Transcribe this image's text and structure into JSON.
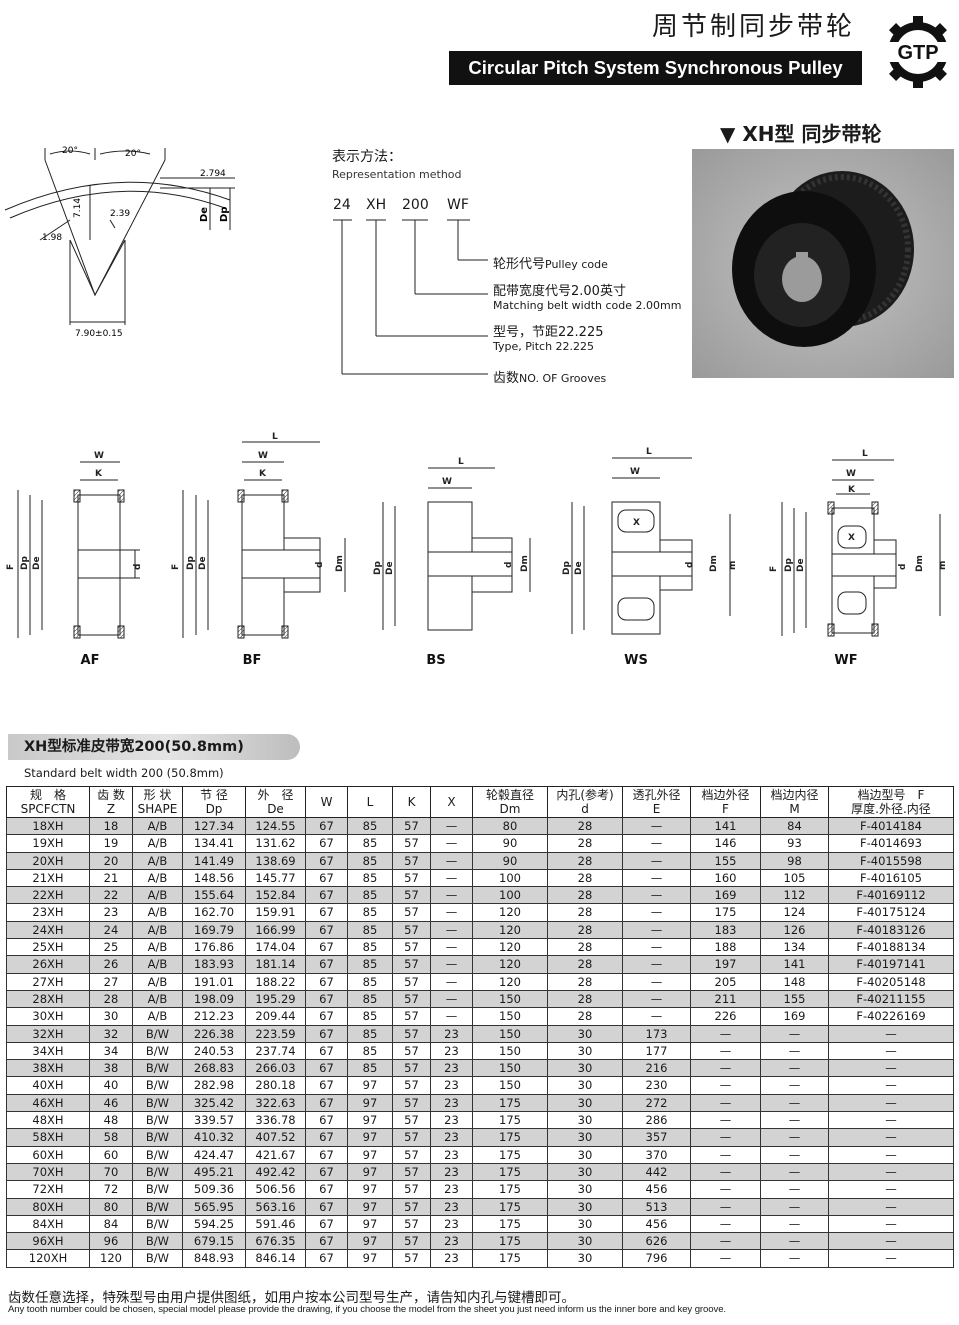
{
  "header": {
    "title_cn": "周节制同步带轮",
    "title_en": "Circular Pitch System Synchronous Pulley",
    "logo_text": "GTP"
  },
  "tooth_profile": {
    "angle_left": "20°",
    "angle_right": "20°",
    "dim_2794": "2.794",
    "dim_714": "7.14",
    "dim_239": "2.39",
    "dim_198": "1.98",
    "dim_width": "7.90±0.15",
    "label_de": "De",
    "label_dp": "Dp"
  },
  "representation": {
    "title_cn": "表示方法：",
    "title_en": "Representation method",
    "codes": [
      "24",
      "XH",
      "200",
      "WF"
    ],
    "legend": [
      {
        "cn": "轮形代号",
        "en": "Pulley code"
      },
      {
        "cn": "配带宽度代号2.00英寸",
        "en": "Matching belt width code 2.00mm"
      },
      {
        "cn": "型号，节距22.225",
        "en": "Type, Pitch 22.225"
      },
      {
        "cn": "齿数",
        "en": "NO. OF Grooves"
      }
    ]
  },
  "product": {
    "label": "▼ XH型  同步带轮"
  },
  "shapes": [
    "AF",
    "BF",
    "BS",
    "WS",
    "WF"
  ],
  "shape_dims": {
    "W": "W",
    "K": "K",
    "L": "L",
    "X": "X",
    "F": "F",
    "Dp": "Dp",
    "De": "De",
    "d": "d",
    "Dm": "Dm",
    "m": "m"
  },
  "table": {
    "banner": "XH型标准皮带宽200(50.8mm)",
    "subtitle": "Standard belt width 200 (50.8mm)",
    "headers": [
      [
        "规　格",
        "SPCFCTN"
      ],
      [
        "齿 数",
        "Z"
      ],
      [
        "形 状",
        "SHAPE"
      ],
      [
        "节 径",
        "Dp"
      ],
      [
        "外　径",
        "De"
      ],
      [
        "W",
        ""
      ],
      [
        "L",
        ""
      ],
      [
        "K",
        ""
      ],
      [
        "X",
        ""
      ],
      [
        "轮毂直径",
        "Dm"
      ],
      [
        "内孔(参考)",
        "d"
      ],
      [
        "透孔外径",
        "E"
      ],
      [
        "档边外径",
        "F"
      ],
      [
        "档边内径",
        "M"
      ],
      [
        "档边型号　F",
        "厚度.外径.内径"
      ]
    ],
    "rows": [
      [
        "18XH",
        "18",
        "A/B",
        "127.34",
        "124.55",
        "67",
        "85",
        "57",
        "—",
        "80",
        "28",
        "—",
        "141",
        "84",
        "F-4014184"
      ],
      [
        "19XH",
        "19",
        "A/B",
        "134.41",
        "131.62",
        "67",
        "85",
        "57",
        "—",
        "90",
        "28",
        "—",
        "146",
        "93",
        "F-4014693"
      ],
      [
        "20XH",
        "20",
        "A/B",
        "141.49",
        "138.69",
        "67",
        "85",
        "57",
        "—",
        "90",
        "28",
        "—",
        "155",
        "98",
        "F-4015598"
      ],
      [
        "21XH",
        "21",
        "A/B",
        "148.56",
        "145.77",
        "67",
        "85",
        "57",
        "—",
        "100",
        "28",
        "—",
        "160",
        "105",
        "F-4016105"
      ],
      [
        "22XH",
        "22",
        "A/B",
        "155.64",
        "152.84",
        "67",
        "85",
        "57",
        "—",
        "100",
        "28",
        "—",
        "169",
        "112",
        "F-40169112"
      ],
      [
        "23XH",
        "23",
        "A/B",
        "162.70",
        "159.91",
        "67",
        "85",
        "57",
        "—",
        "120",
        "28",
        "—",
        "175",
        "124",
        "F-40175124"
      ],
      [
        "24XH",
        "24",
        "A/B",
        "169.79",
        "166.99",
        "67",
        "85",
        "57",
        "—",
        "120",
        "28",
        "—",
        "183",
        "126",
        "F-40183126"
      ],
      [
        "25XH",
        "25",
        "A/B",
        "176.86",
        "174.04",
        "67",
        "85",
        "57",
        "—",
        "120",
        "28",
        "—",
        "188",
        "134",
        "F-40188134"
      ],
      [
        "26XH",
        "26",
        "A/B",
        "183.93",
        "181.14",
        "67",
        "85",
        "57",
        "—",
        "120",
        "28",
        "—",
        "197",
        "141",
        "F-40197141"
      ],
      [
        "27XH",
        "27",
        "A/B",
        "191.01",
        "188.22",
        "67",
        "85",
        "57",
        "—",
        "120",
        "28",
        "—",
        "205",
        "148",
        "F-40205148"
      ],
      [
        "28XH",
        "28",
        "A/B",
        "198.09",
        "195.29",
        "67",
        "85",
        "57",
        "—",
        "150",
        "28",
        "—",
        "211",
        "155",
        "F-40211155"
      ],
      [
        "30XH",
        "30",
        "A/B",
        "212.23",
        "209.44",
        "67",
        "85",
        "57",
        "—",
        "150",
        "28",
        "—",
        "226",
        "169",
        "F-40226169"
      ],
      [
        "32XH",
        "32",
        "B/W",
        "226.38",
        "223.59",
        "67",
        "85",
        "57",
        "23",
        "150",
        "30",
        "173",
        "—",
        "—",
        "—"
      ],
      [
        "34XH",
        "34",
        "B/W",
        "240.53",
        "237.74",
        "67",
        "85",
        "57",
        "23",
        "150",
        "30",
        "177",
        "—",
        "—",
        "—"
      ],
      [
        "38XH",
        "38",
        "B/W",
        "268.83",
        "266.03",
        "67",
        "85",
        "57",
        "23",
        "150",
        "30",
        "216",
        "—",
        "—",
        "—"
      ],
      [
        "40XH",
        "40",
        "B/W",
        "282.98",
        "280.18",
        "67",
        "97",
        "57",
        "23",
        "150",
        "30",
        "230",
        "—",
        "—",
        "—"
      ],
      [
        "46XH",
        "46",
        "B/W",
        "325.42",
        "322.63",
        "67",
        "97",
        "57",
        "23",
        "175",
        "30",
        "272",
        "—",
        "—",
        "—"
      ],
      [
        "48XH",
        "48",
        "B/W",
        "339.57",
        "336.78",
        "67",
        "97",
        "57",
        "23",
        "175",
        "30",
        "286",
        "—",
        "—",
        "—"
      ],
      [
        "58XH",
        "58",
        "B/W",
        "410.32",
        "407.52",
        "67",
        "97",
        "57",
        "23",
        "175",
        "30",
        "357",
        "—",
        "—",
        "—"
      ],
      [
        "60XH",
        "60",
        "B/W",
        "424.47",
        "421.67",
        "67",
        "97",
        "57",
        "23",
        "175",
        "30",
        "370",
        "—",
        "—",
        "—"
      ],
      [
        "70XH",
        "70",
        "B/W",
        "495.21",
        "492.42",
        "67",
        "97",
        "57",
        "23",
        "175",
        "30",
        "442",
        "—",
        "—",
        "—"
      ],
      [
        "72XH",
        "72",
        "B/W",
        "509.36",
        "506.56",
        "67",
        "97",
        "57",
        "23",
        "175",
        "30",
        "456",
        "—",
        "—",
        "—"
      ],
      [
        "80XH",
        "80",
        "B/W",
        "565.95",
        "563.16",
        "67",
        "97",
        "57",
        "23",
        "175",
        "30",
        "513",
        "—",
        "—",
        "—"
      ],
      [
        "84XH",
        "84",
        "B/W",
        "594.25",
        "591.46",
        "67",
        "97",
        "57",
        "23",
        "175",
        "30",
        "456",
        "—",
        "—",
        "—"
      ],
      [
        "96XH",
        "96",
        "B/W",
        "679.15",
        "676.35",
        "67",
        "97",
        "57",
        "23",
        "175",
        "30",
        "626",
        "—",
        "—",
        "—"
      ],
      [
        "120XH",
        "120",
        "B/W",
        "848.93",
        "846.14",
        "67",
        "97",
        "57",
        "23",
        "175",
        "30",
        "796",
        "—",
        "—",
        "—"
      ]
    ]
  },
  "notes": {
    "cn": "齿数任意选择，特殊型号由用户提供图纸，如用户按本公司型号生产，请告知内孔与键槽即可。",
    "en": "Any tooth number could be chosen, special model please provide the drawing, if you choose the model from the sheet you just need inform us the inner bore and key groove."
  }
}
